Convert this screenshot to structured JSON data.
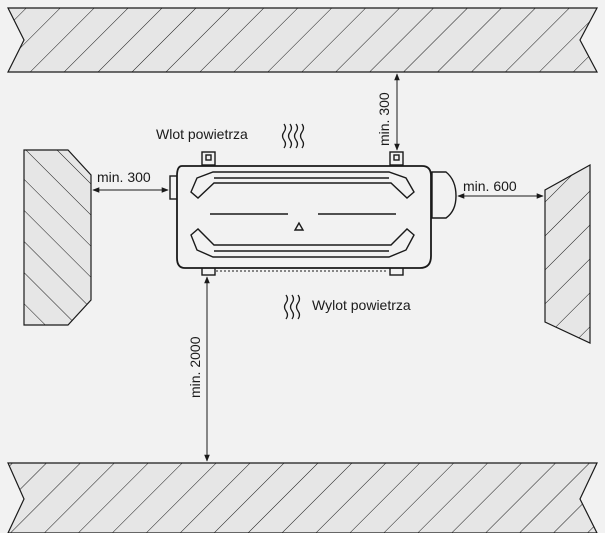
{
  "labels": {
    "air_inlet": "Wlot powietrza",
    "air_outlet": "Wylot powietrza",
    "top_clearance": "min. 300",
    "left_clearance": "min. 300",
    "right_clearance": "min. 600",
    "bottom_clearance": "min. 2000"
  },
  "colors": {
    "background": "#f2f2f2",
    "wall_fill": "#e6e6e6",
    "line": "#1a1a1a"
  }
}
